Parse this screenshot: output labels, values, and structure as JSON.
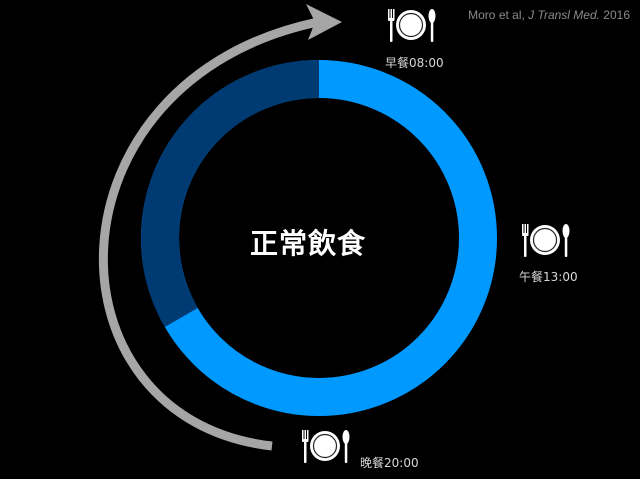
{
  "citation": {
    "authors": "Moro et al, ",
    "journal": "J Transl Med.",
    "year": " 2016"
  },
  "center_title": "正常飲食",
  "meals": {
    "breakfast": "早餐08:00",
    "lunch": "午餐13:00",
    "dinner": "晚餐20:00"
  },
  "icons": {
    "meal_icon": "plate-fork-knife-icon",
    "arrow": "clockwise-arrow-icon"
  },
  "colors": {
    "eating_window": "#0099ff",
    "fasting_window": "#003a73",
    "arrow": "#a6a6a6",
    "background": "#000000"
  }
}
